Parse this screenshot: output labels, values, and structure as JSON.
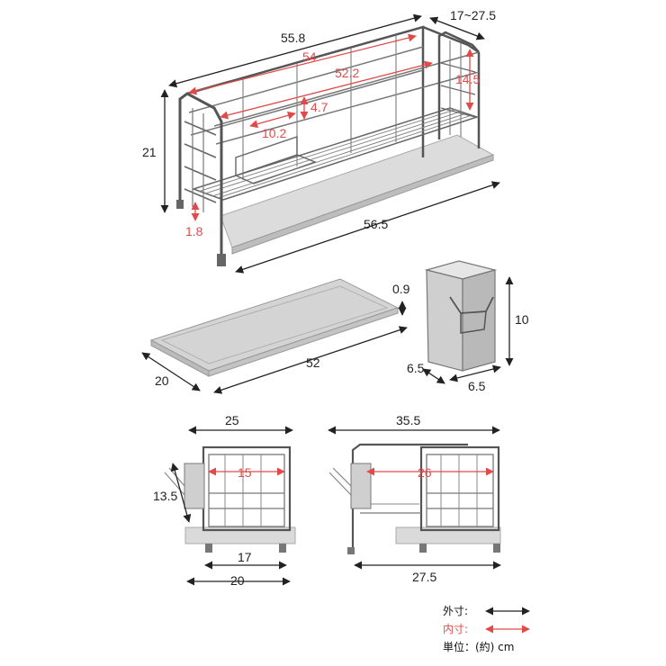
{
  "colors": {
    "outer": "#222222",
    "inner": "#e24a4a",
    "metal": "#555555",
    "tray": "#d9d9d9"
  },
  "top_view": {
    "overall_width": "55.8",
    "depth_range": "17~27.5",
    "inner_width_top": "54",
    "inner_width_rack": "52.2",
    "inner_height_back": "14.5",
    "basket_height": "4.7",
    "basket_depth": "10.2",
    "overall_height": "21",
    "foot_height": "1.8",
    "tray_length": "56.5"
  },
  "tray_view": {
    "thickness": "0.9",
    "length": "52",
    "width": "20"
  },
  "cup_view": {
    "height": "10",
    "depth": "6.5",
    "width": "6.5"
  },
  "side_view_closed": {
    "top_width": "25",
    "inner_width": "15",
    "side_height": "13.5",
    "base_inner": "17",
    "base_outer": "20"
  },
  "side_view_open": {
    "top_width": "35.5",
    "inner_width": "26",
    "base_width": "27.5"
  },
  "legend": {
    "outer_label": "外寸:",
    "inner_label": "内寸:",
    "unit_label": "単位：(約) cm"
  }
}
